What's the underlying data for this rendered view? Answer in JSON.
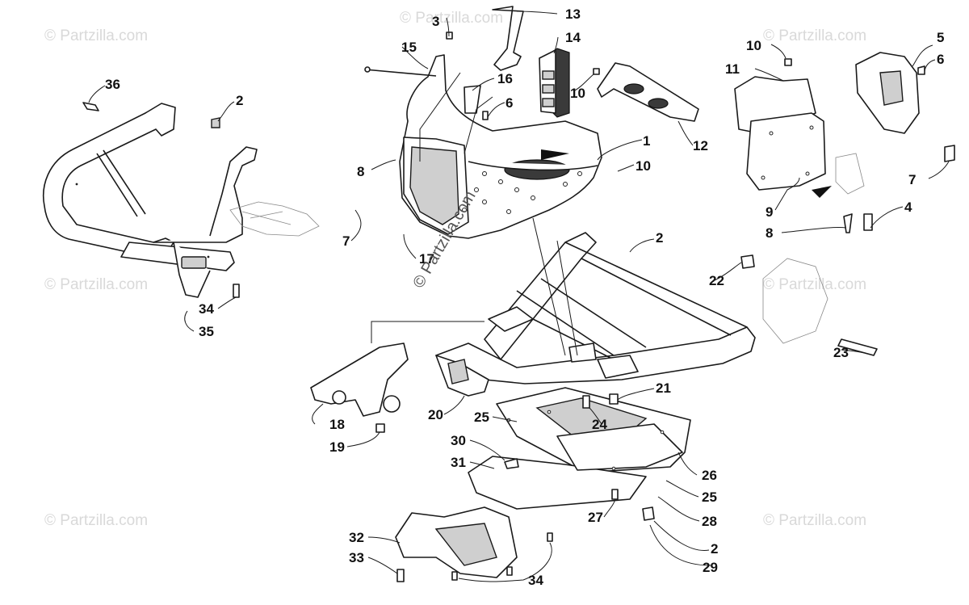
{
  "watermarks": {
    "top_left": "© Partzilla.com",
    "top_center": "© Partzilla.com",
    "top_right": "© Partzilla.com",
    "mid_left": "© Partzilla.com",
    "mid_right": "© Partzilla.com",
    "bottom_left": "© Partzilla.com",
    "bottom_right": "© Partzilla.com",
    "center": "© Partzilla.com"
  },
  "callouts": [
    {
      "id": "c1",
      "label": "1"
    },
    {
      "id": "c2a",
      "label": "2"
    },
    {
      "id": "c2b",
      "label": "2"
    },
    {
      "id": "c2c",
      "label": "2"
    },
    {
      "id": "c3",
      "label": "3"
    },
    {
      "id": "c4",
      "label": "4"
    },
    {
      "id": "c5",
      "label": "5"
    },
    {
      "id": "c6a",
      "label": "6"
    },
    {
      "id": "c6b",
      "label": "6"
    },
    {
      "id": "c7a",
      "label": "7"
    },
    {
      "id": "c7b",
      "label": "7"
    },
    {
      "id": "c8a",
      "label": "8"
    },
    {
      "id": "c8b",
      "label": "8"
    },
    {
      "id": "c9",
      "label": "9"
    },
    {
      "id": "c10a",
      "label": "10"
    },
    {
      "id": "c10b",
      "label": "10"
    },
    {
      "id": "c10c",
      "label": "10"
    },
    {
      "id": "c11",
      "label": "11"
    },
    {
      "id": "c12",
      "label": "12"
    },
    {
      "id": "c13",
      "label": "13"
    },
    {
      "id": "c14",
      "label": "14"
    },
    {
      "id": "c15",
      "label": "15"
    },
    {
      "id": "c16",
      "label": "16"
    },
    {
      "id": "c17",
      "label": "17"
    },
    {
      "id": "c18",
      "label": "18"
    },
    {
      "id": "c19",
      "label": "19"
    },
    {
      "id": "c20",
      "label": "20"
    },
    {
      "id": "c21",
      "label": "21"
    },
    {
      "id": "c22",
      "label": "22"
    },
    {
      "id": "c23",
      "label": "23"
    },
    {
      "id": "c24",
      "label": "24"
    },
    {
      "id": "c25a",
      "label": "25"
    },
    {
      "id": "c25b",
      "label": "25"
    },
    {
      "id": "c26",
      "label": "26"
    },
    {
      "id": "c27",
      "label": "27"
    },
    {
      "id": "c28",
      "label": "28"
    },
    {
      "id": "c29",
      "label": "29"
    },
    {
      "id": "c30",
      "label": "30"
    },
    {
      "id": "c31",
      "label": "31"
    },
    {
      "id": "c32",
      "label": "32"
    },
    {
      "id": "c33",
      "label": "33"
    },
    {
      "id": "c34a",
      "label": "34"
    },
    {
      "id": "c34b",
      "label": "34"
    },
    {
      "id": "c35",
      "label": "35"
    },
    {
      "id": "c36",
      "label": "36"
    }
  ]
}
